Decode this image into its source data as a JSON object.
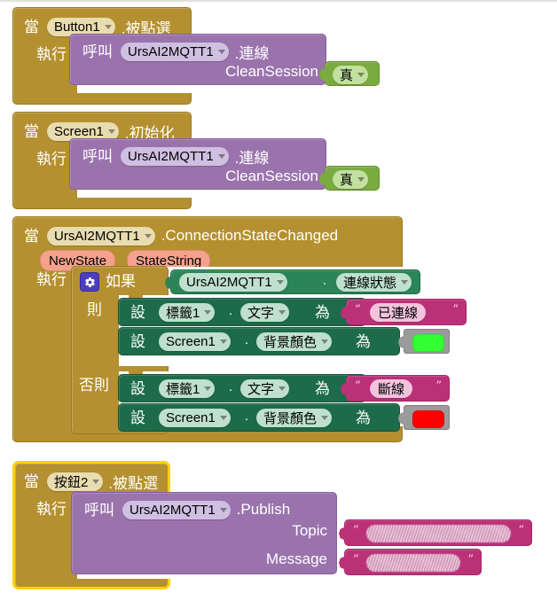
{
  "app": {
    "name": "MIT App Inventor Blocks Editor",
    "canvas_background": "#ffffff"
  },
  "palette": {
    "event_block": "#b49030",
    "call_block": "#9a73ad",
    "control_block": "#b49030",
    "setter_block": "#1d6b4b",
    "getter_block": "#2b8558",
    "logic_block": "#7aab3e",
    "text_block": "#bb3177",
    "color_block_body": "#9b9b9b",
    "argument_pill": "#f4a28c",
    "selected_outline": "#ffd100"
  },
  "keywords": {
    "when": "當",
    "do": "執行",
    "call": "呼叫",
    "if": "如果",
    "then": "則",
    "else": "否則",
    "set": "設",
    "to": "為",
    "dot": "."
  },
  "blocks": [
    {
      "id": "block-button1-click",
      "type": "event",
      "selected": false,
      "when": "當",
      "component": "Button1",
      "event_name": ".被點選",
      "do_label": "執行",
      "body": {
        "type": "call",
        "call_label": "呼叫",
        "component": "UrsAI2MQTT1",
        "method": ".連線",
        "params": [
          {
            "name": "CleanSession",
            "value_type": "logic",
            "value": "真"
          }
        ]
      }
    },
    {
      "id": "block-screen1-initialize",
      "type": "event",
      "selected": false,
      "when": "當",
      "component": "Screen1",
      "event_name": ".初始化",
      "do_label": "執行",
      "body": {
        "type": "call",
        "call_label": "呼叫",
        "component": "UrsAI2MQTT1",
        "method": ".連線",
        "params": [
          {
            "name": "CleanSession",
            "value_type": "logic",
            "value": "真"
          }
        ]
      }
    },
    {
      "id": "block-mqtt-connectionstatechanged",
      "type": "event",
      "selected": false,
      "when": "當",
      "component": "UrsAI2MQTT1",
      "event_name": ".ConnectionStateChanged",
      "arguments": [
        "NewState",
        "StateString"
      ],
      "do_label": "執行",
      "body": {
        "type": "if-else",
        "if_label": "如果",
        "then_label": "則",
        "else_label": "否則",
        "condition": {
          "type": "getter",
          "component": "UrsAI2MQTT1",
          "property": "連線狀態"
        },
        "then_statements": [
          {
            "type": "setter",
            "set_label": "設",
            "component": "標籤1",
            "property": "文字",
            "to_label": "為",
            "value_type": "text",
            "value": "已連線"
          },
          {
            "type": "setter",
            "set_label": "設",
            "component": "Screen1",
            "property": "背景顏色",
            "to_label": "為",
            "value_type": "color",
            "value": "#33ff33"
          }
        ],
        "else_statements": [
          {
            "type": "setter",
            "set_label": "設",
            "component": "標籤1",
            "property": "文字",
            "to_label": "為",
            "value_type": "text",
            "value": "斷線"
          },
          {
            "type": "setter",
            "set_label": "設",
            "component": "Screen1",
            "property": "背景顏色",
            "to_label": "為",
            "value_type": "color",
            "value": "#ff0000"
          }
        ]
      }
    },
    {
      "id": "block-button2-click",
      "type": "event",
      "selected": true,
      "when": "當",
      "component": "按鈕2",
      "event_name": ".被點選",
      "do_label": "執行",
      "body": {
        "type": "call",
        "call_label": "呼叫",
        "component": "UrsAI2MQTT1",
        "method": ".Publish",
        "params": [
          {
            "name": "Topic",
            "value_type": "text",
            "value": ""
          },
          {
            "name": "Message",
            "value_type": "text",
            "value": ""
          }
        ]
      }
    }
  ]
}
